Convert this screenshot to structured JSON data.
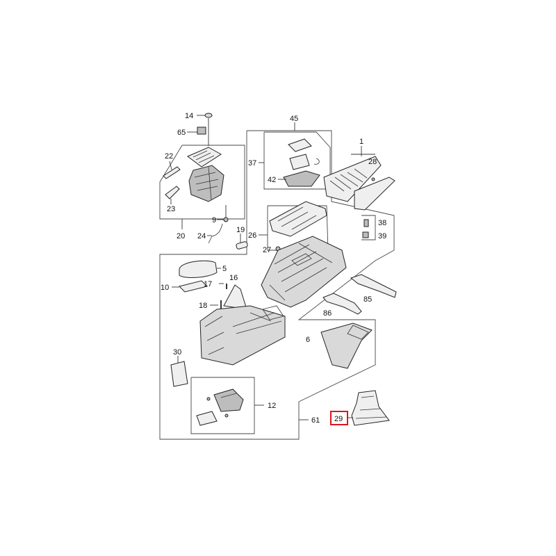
{
  "callouts": {
    "c14": "14",
    "c65": "65",
    "c22": "22",
    "c23": "23",
    "c9": "9",
    "c24": "24",
    "c20": "20",
    "c45": "45",
    "c37": "37",
    "c42": "42",
    "c1": "1",
    "c28": "28",
    "c26": "26",
    "c27": "27",
    "c19": "19",
    "c38": "38",
    "c39": "39",
    "c5": "5",
    "c10": "10",
    "c17": "17",
    "c16": "16",
    "c18": "18",
    "c85": "85",
    "c86": "86",
    "c6": "6",
    "c30": "30",
    "c12": "12",
    "c61": "61",
    "c29": "29"
  },
  "highlight": {
    "part": "29",
    "color": "#e0141e"
  }
}
